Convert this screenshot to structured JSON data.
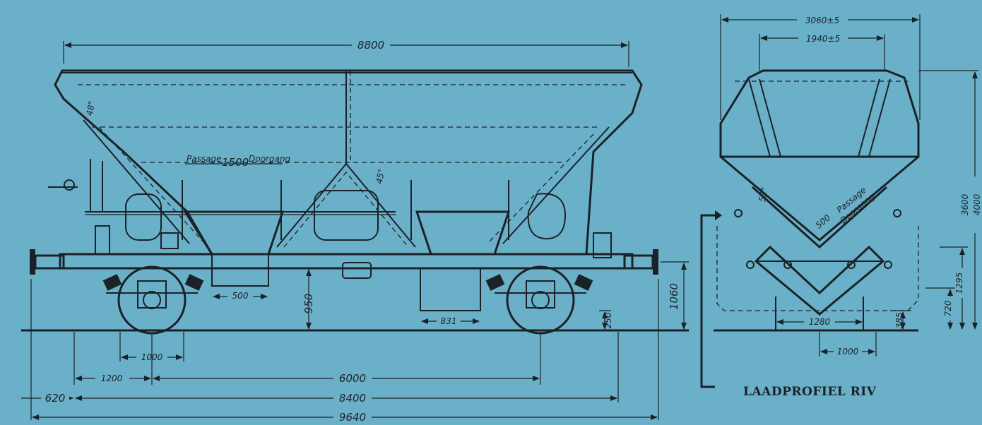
{
  "side_view": {
    "overall_length_top": "8800",
    "passage_label": "Passage",
    "passage_width": "1500",
    "doorgang_label": "Doorgang",
    "outlet_width": "500",
    "outlet_height": "950",
    "buffer_height": "1060",
    "gate_width": "831",
    "rail_clearance": "250",
    "wheel_diameter": "1000",
    "dim_1200": "1200",
    "wheelbase": "6000",
    "length_frame": "8400",
    "overhang": "620",
    "length_over_buffers": "9640",
    "angle_48": "48°",
    "angle_45": "45°"
  },
  "end_view": {
    "width_outer": "3060±5",
    "width_inner": "1940±5",
    "height_3600": "3600",
    "height_4000": "4000",
    "height_1295": "1295",
    "height_720": "720",
    "height_385": "385",
    "track_1280": "1280",
    "track_1000": "1000",
    "passage_500": "500",
    "passage_label": "Passage",
    "doorgang_label": "Doorgang",
    "angle_53": "53°",
    "caption": "LAADPROFIEL RIV"
  }
}
